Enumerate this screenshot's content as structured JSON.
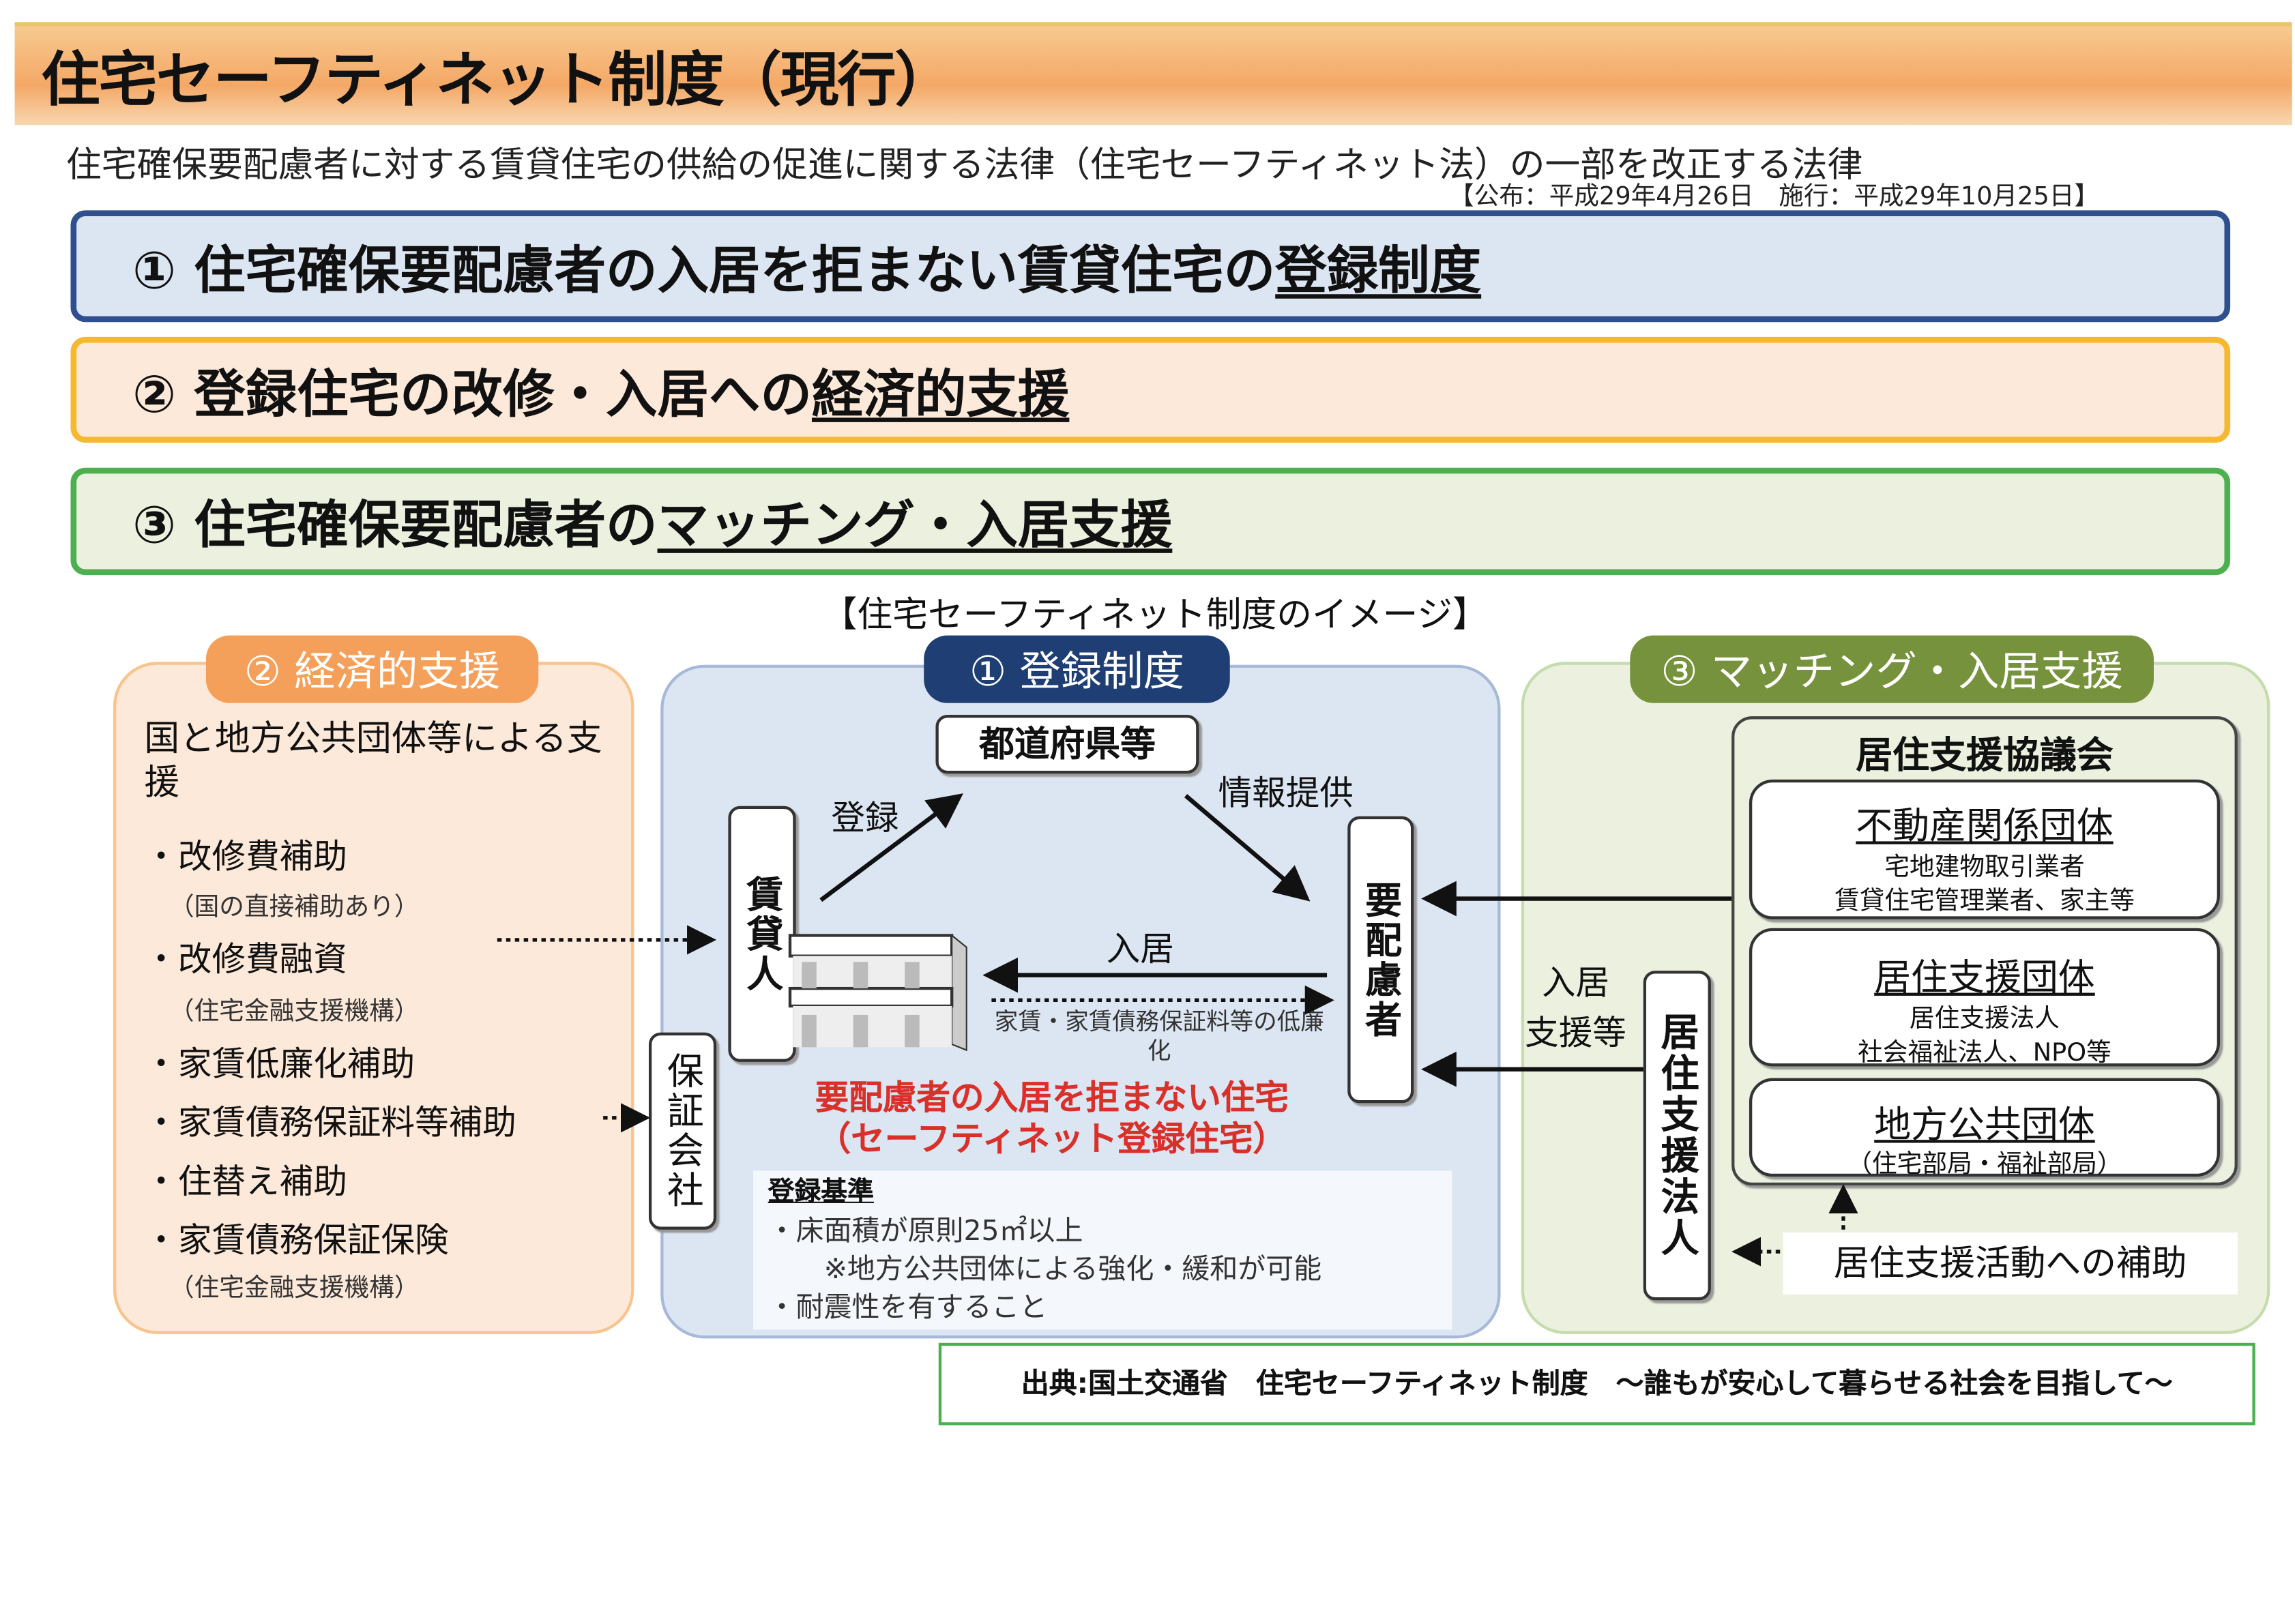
{
  "header": {
    "title": "住宅セーフティネット制度（現行）",
    "subtitle": "住宅確保要配慮者に対する賃貸住宅の供給の促進に関する法律（住宅セーフティネット法）の一部を改正する法律",
    "dates": "【公布：平成29年4月26日　施行：平成29年10月25日】"
  },
  "pillars": [
    {
      "prefix": "① 住宅確保要配慮者の入居を拒まない賃貸住宅の",
      "emph": "登録制度"
    },
    {
      "prefix": "② 登録住宅の改修・入居への",
      "emph": "経済的支援"
    },
    {
      "prefix": "③ 住宅確保要配慮者の",
      "emph": "マッチング・入居支援"
    }
  ],
  "image_caption": "【住宅セーフティネット制度のイメージ】",
  "economic": {
    "label": "② 経済的支援",
    "intro": "国と地方公共団体等による支援",
    "items": [
      {
        "text": "・改修費補助",
        "note": "（国の直接補助あり）"
      },
      {
        "text": "・改修費融資",
        "note": "（住宅金融支援機構）"
      },
      {
        "text": "・家賃低廉化補助"
      },
      {
        "text": "・家賃債務保証料等補助"
      },
      {
        "text": "・住替え補助"
      },
      {
        "text": "・家賃債務保証保険",
        "note": "（住宅金融支援機構）"
      }
    ]
  },
  "registration": {
    "label": "① 登録制度",
    "prefecture": "都道府県等",
    "lessor": "賃貸人",
    "tenant": "要配慮者",
    "guarantor": "保証会社",
    "arrow_register": "登録",
    "arrow_info": "情報提供",
    "arrow_move_in": "入居",
    "rent_reduction": "家賃・家賃債務保証料等の低廉化",
    "red_line1": "要配慮者の入居を拒まない住宅",
    "red_line2": "（セーフティネット登録住宅）",
    "criteria_title": "登録基準",
    "criteria": [
      "・床面積が原則25㎡以上",
      "　　※地方公共団体による強化・緩和が可能",
      "・耐震性を有すること"
    ]
  },
  "matching": {
    "label": "③ マッチング・入居支援",
    "council": "居住支援協議会",
    "groups": [
      {
        "name": "不動産関係団体",
        "lines": [
          "宅地建物取引業者",
          "賃貸住宅管理業者、家主等"
        ]
      },
      {
        "name": "居住支援団体",
        "lines": [
          "居住支援法人",
          "社会福祉法人、NPO等"
        ]
      },
      {
        "name": "地方公共団体",
        "lines": [
          "（住宅部局・福祉部局）"
        ]
      }
    ],
    "corp": "居住支援法人",
    "support_label_1": "入居",
    "support_label_2": "支援等",
    "subsidy": "居住支援活動への補助"
  },
  "source": "出典:国土交通省　住宅セーフティネット制度　～誰もが安心して暮らせる社会を目指して～",
  "colors": {
    "red": "#d9302a",
    "navy": "#1f3f74",
    "orange": "#f5a05a",
    "olive": "#77923c"
  }
}
